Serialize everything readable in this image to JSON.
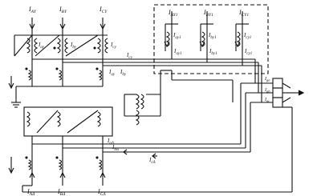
{
  "labels": {
    "I_AY": "I",
    "I_AY_sub": "AY",
    "I_BY": "I",
    "I_BY_sub": "BY",
    "I_CY": "I",
    "I_CY_sub": "CY",
    "I_AY1": "I",
    "I_AY1_sub": "AY1",
    "I_BY1": "I",
    "I_BY1_sub": "BY1",
    "I_CY1": "I",
    "I_CY1_sub": "CY1",
    "I_ay1_inner": "I",
    "I_ay1_inner_sub": "ay1",
    "I_by1_inner": "I",
    "I_by1_inner_sub": "by1",
    "I_cy1_inner": "I",
    "I_cy1_inner_sub": "cy1",
    "I_ay1_low": "I",
    "I_ay1_low_sub": "ay1",
    "I_by1_low": "I",
    "I_by1_low_sub": "by1",
    "I_cy1_low": "I",
    "I_cy1_low_sub": "cy1",
    "I_ay_ct": "I",
    "I_ay_ct_sub": "ay",
    "I_by_ct": "I",
    "I_by_ct_sub": "by",
    "I_cy_ct": "I",
    "I_cy_ct_sub": "cy",
    "I_cy_bus": "I",
    "I_cy_bus_sub": "cy",
    "I_ay_bus": "I",
    "I_ay_bus_sub": "ay",
    "I_by_bus": "I",
    "I_by_bus_sub": "by",
    "I_aD": "I",
    "I_aD_sub": "aΔ",
    "I_bD": "I",
    "I_bD_sub": "bΔ",
    "I_cD": "I",
    "I_cD_sub": "cΔ",
    "I_AD": "I",
    "I_AD_sub": "AΔ",
    "I_BD": "I",
    "I_BD_sub": "BΔ",
    "I_CD": "I",
    "I_CD_sub": "CΔ",
    "I_out1": "I",
    "I_out1_sub": "ga",
    "I_out2": "I",
    "I_out2_sub": "gb",
    "I_out3": "I",
    "I_out3_sub": "gc"
  }
}
